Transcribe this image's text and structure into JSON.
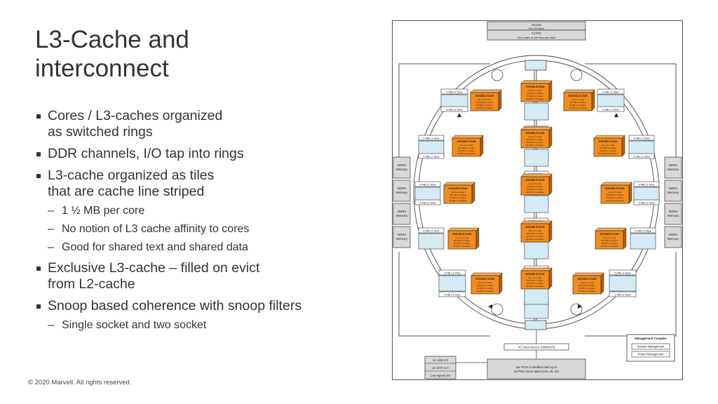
{
  "slide": {
    "title_line1": "L3-Cache and",
    "title_line2": "interconnect",
    "footer": "© 2020 Marvell. All rights reserved."
  },
  "bullets": [
    {
      "level": 1,
      "lines": [
        "Cores / L3-caches organized",
        "as switched rings"
      ]
    },
    {
      "level": 1,
      "lines": [
        "DDR channels, I/O tap into rings"
      ]
    },
    {
      "level": 1,
      "lines": [
        "L3-cache organized as tiles",
        "that are cache line striped"
      ]
    },
    {
      "level": 2,
      "lines": [
        "1 ½ MB per core"
      ]
    },
    {
      "level": 2,
      "lines": [
        "No notion of L3 cache affinity to cores"
      ]
    },
    {
      "level": 2,
      "lines": [
        "Good for shared text and shared data"
      ]
    },
    {
      "level": 1,
      "lines": [
        "Exclusive L3-cache – filled on evict",
        "from L2-cache"
      ]
    },
    {
      "level": 1,
      "lines": [
        "Snoop based coherence with snoop filters"
      ]
    },
    {
      "level": 2,
      "lines": [
        "Single socket and two socket"
      ]
    }
  ],
  "diagram": {
    "serdes_line1": "Serdes",
    "serdes_line2": "24x 28 Gbps",
    "ccpi_line1": "CCPI3",
    "ccpi_line2": "24x Lanes at 28 Gbps per lane",
    "l3_slice_label": "3 MB L3 Slice",
    "l2_slice_label": "3 MB L2 Slice",
    "core_title": "Armv8.3 Core",
    "core_lines": [
      "Up to 3.1 GHz",
      "512 KB L2 Cache",
      "64 KB L1 I-Cache",
      "32 KB L1 D-Cache"
    ],
    "ddr_label_line1": "DDR4",
    "ddr_label_line2": "Memory",
    "io_interconnect": "I/O Interconnect (SMMUv3)",
    "usb": "2x USB 3.0",
    "sata": "2x SATA 3.0",
    "lowspeed": "Low-Speed I/O",
    "pcie_line1": "16x PCIe Controllers with up to",
    "pcie_line2": "64 PCIe Gen4 lanes (x16, x8, x4)",
    "mgmt_title": "Management Complex",
    "mgmt_items": [
      "System Management",
      "Power Management"
    ],
    "colors": {
      "core_fill": "#f28c1c",
      "core_dark": "#b86000",
      "slice_fill": "#d4ebf5",
      "box_border": "#333333",
      "gray_fill": "#d8d8d8"
    }
  }
}
